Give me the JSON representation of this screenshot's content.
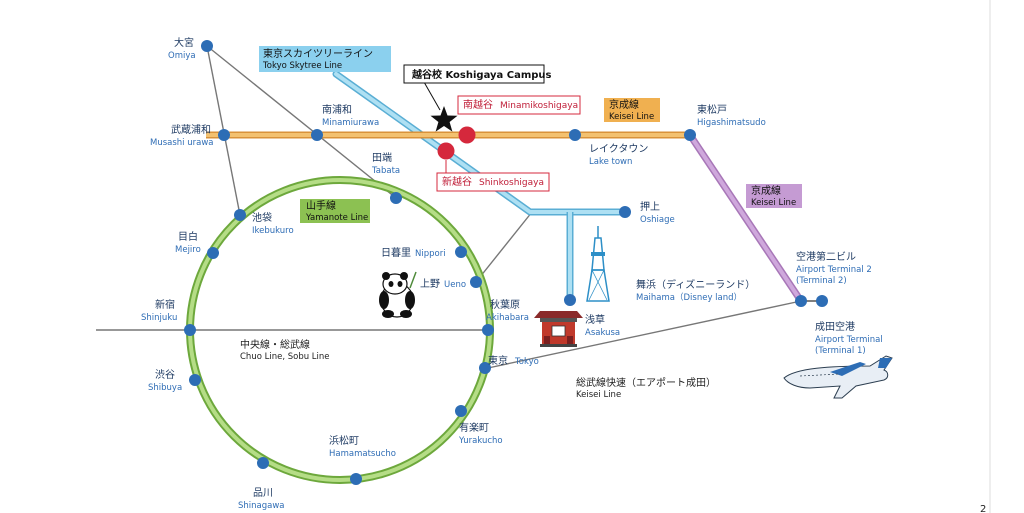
{
  "colors": {
    "yamanote": "#8cc152",
    "keisei_orange": "#e0a040",
    "skytree": "#7cc6e6",
    "keisei_purple": "#b78cc6",
    "thin_line": "#777777",
    "station": "#2d6db5",
    "campus_station": "#d5283c",
    "label_box_blue": "#8bd0ee",
    "label_box_green": "#8cc152",
    "label_box_orange": "#f0b050",
    "label_box_purple": "#c59bd3"
  },
  "lines": {
    "skytree": {
      "jp": "東京スカイツリーライン",
      "en": "Tokyo Skytree Line"
    },
    "keisei_top": {
      "jp": "京成線",
      "en": "Keisei Line"
    },
    "keisei_side": {
      "jp": "京成線",
      "en": "Keisei Line"
    },
    "yamanote": {
      "jp": "山手線",
      "en": "Yamanote Line"
    },
    "chuo": {
      "jp": "中央線・総武線",
      "en": "Chuo Line, Sobu Line"
    },
    "sobu_rapid": {
      "jp": "総武線快速（エアポート成田）",
      "en": "Keisei Line"
    }
  },
  "campus": {
    "label": "越谷校  Koshigaya Campus",
    "icon": "star-icon"
  },
  "stations": {
    "omiya": {
      "jp": "大宮",
      "en": "Omiya"
    },
    "musashiurawa": {
      "jp": "武蔵浦和",
      "en": "Musashi urawa"
    },
    "minamiurawa": {
      "jp": "南浦和",
      "en": "Minamiurawa"
    },
    "minamikoshigaya": {
      "jp": "南越谷",
      "en": "Minamikoshigaya"
    },
    "shinkoshigaya": {
      "jp": "新越谷",
      "en": "Shinkoshigaya"
    },
    "laketown": {
      "jp": "レイクタウン",
      "en": "Lake town"
    },
    "higashimatsudo": {
      "jp": "東松戸",
      "en": "Higashimatsudo"
    },
    "tabata": {
      "jp": "田端",
      "en": "Tabata"
    },
    "ikebukuro": {
      "jp": "池袋",
      "en": "Ikebukuro"
    },
    "mejiro": {
      "jp": "目白",
      "en": "Mejiro"
    },
    "shinjuku": {
      "jp": "新宿",
      "en": "Shinjuku"
    },
    "shibuya": {
      "jp": "渋谷",
      "en": "Shibuya"
    },
    "shinagawa": {
      "jp": "品川",
      "en": "Shinagawa"
    },
    "hamamatsucho": {
      "jp": "浜松町",
      "en": "Hamamatsucho"
    },
    "yurakucho": {
      "jp": "有楽町",
      "en": "Yurakucho"
    },
    "tokyo": {
      "jp": "東京",
      "en": "Tokyo"
    },
    "akihabara": {
      "jp": "秋葉原",
      "en": "Akihabara"
    },
    "ueno": {
      "jp": "上野",
      "en": "Ueno"
    },
    "nippori": {
      "jp": "日暮里",
      "en": "Nippori"
    },
    "oshiage": {
      "jp": "押上",
      "en": "Oshiage"
    },
    "asakusa": {
      "jp": "浅草",
      "en": "Asakusa"
    },
    "maihama": {
      "jp": "舞浜（ディズニーランド）",
      "en": "Maihama（Disney land）"
    },
    "airport_t2": {
      "jp": "空港第二ビル",
      "en1": "Airport Terminal 2",
      "en2": "(Terminal 2)"
    },
    "narita": {
      "jp": "成田空港",
      "en1": "Airport Terminal",
      "en2": "(Terminal 1)"
    }
  },
  "page_number": "2"
}
